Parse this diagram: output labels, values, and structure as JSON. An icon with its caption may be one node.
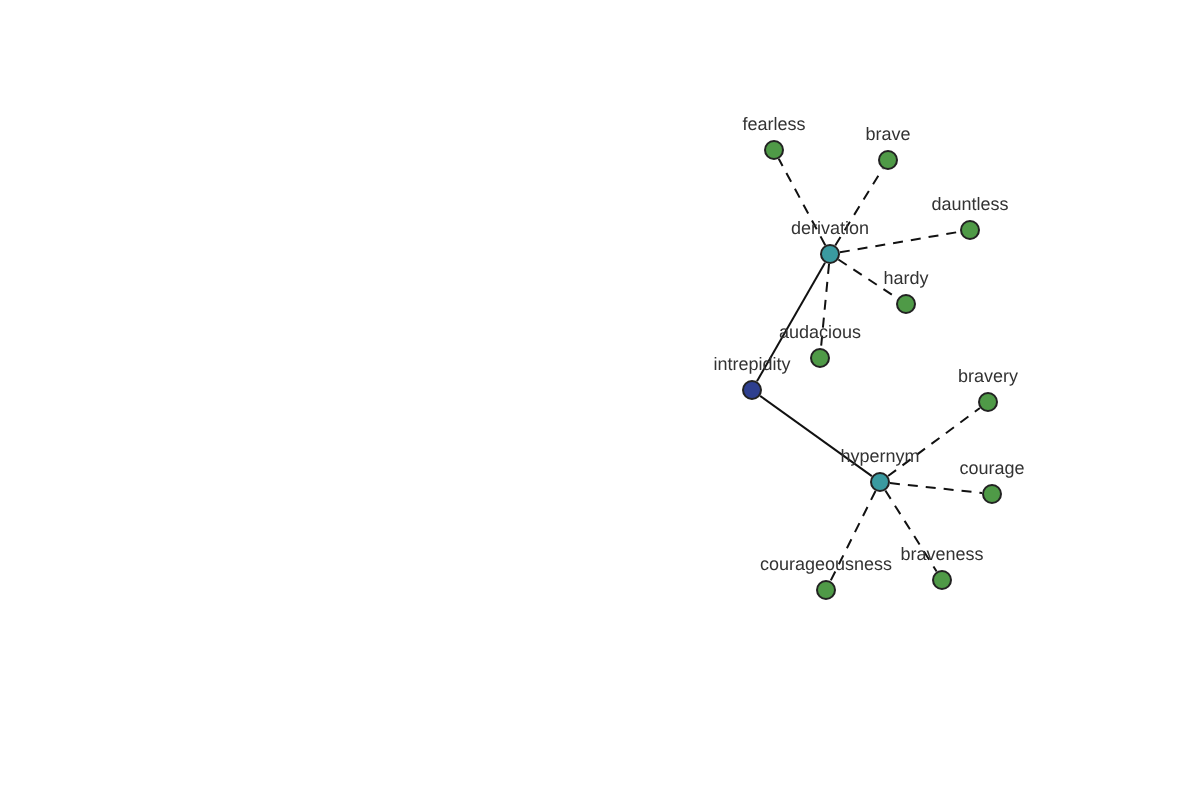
{
  "diagram": {
    "nodes": [
      {
        "text": [
          "fearless"
        ]
      },
      {
        "text": [
          "brave"
        ]
      },
      {
        "text": [
          "dauntless"
        ]
      },
      {
        "text": [
          "derivation"
        ]
      },
      {
        "text": [
          "hardy"
        ]
      },
      {
        "text": [
          "audacious"
        ]
      },
      {
        "text": [
          "intrepidity"
        ]
      },
      {
        "text": [
          "bravery"
        ]
      },
      {
        "text": [
          "hypernym"
        ]
      },
      {
        "text": [
          "courage"
        ]
      },
      {
        "text": [
          "courageousness"
        ]
      },
      {
        "text": [
          "braveness"
        ]
      }
    ],
    "edges": [
      {
        "from": 6,
        "to": 3,
        "arrow": "none"
      },
      {
        "from": 6,
        "to": 8,
        "arrow": "none"
      },
      {
        "from": 3,
        "to": 0,
        "arrow": "none",
        "style": "dashed"
      },
      {
        "from": 3,
        "to": 1,
        "arrow": "none",
        "style": "dashed"
      },
      {
        "from": 3,
        "to": 2,
        "arrow": "none",
        "style": "dashed"
      },
      {
        "from": 3,
        "to": 4,
        "arrow": "none",
        "style": "dashed"
      },
      {
        "from": 3,
        "to": 5,
        "arrow": "none",
        "style": "dashed"
      },
      {
        "from": 8,
        "to": 7,
        "arrow": "none",
        "style": "dashed"
      },
      {
        "from": 8,
        "to": 9,
        "arrow": "none",
        "style": "dashed"
      },
      {
        "from": 8,
        "to": 10,
        "arrow": "none",
        "style": "dashed"
      },
      {
        "from": 8,
        "to": 11,
        "arrow": "none",
        "style": "dashed"
      }
    ]
  }
}
